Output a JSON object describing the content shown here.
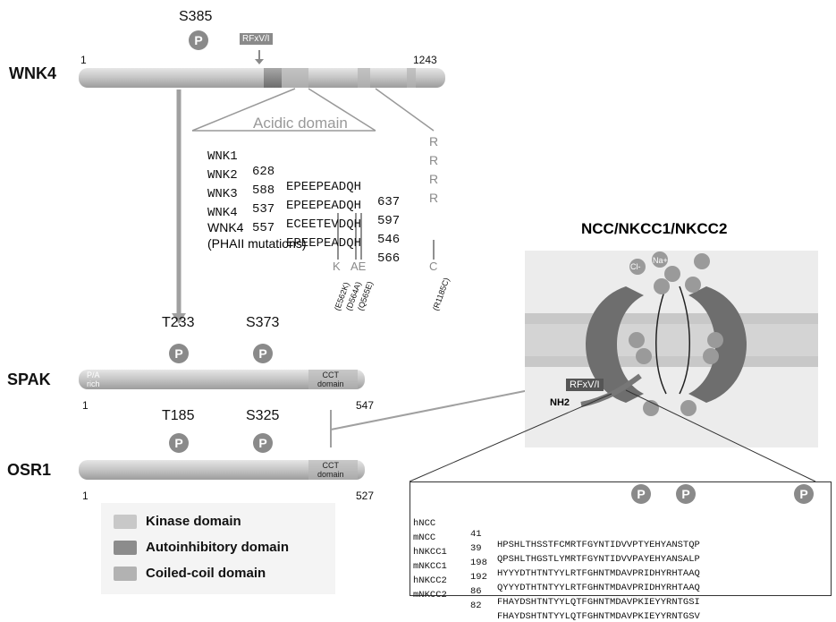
{
  "wnk4": {
    "label": "WNK4",
    "start": "1",
    "end": "1243",
    "site": "S385",
    "motif": "RFxV/I"
  },
  "acidic": {
    "title": "Acidic domain",
    "rows": [
      {
        "name": "WNK1",
        "start": "628",
        "seq": "EPEEPEADQH",
        "end": "637",
        "r": "R"
      },
      {
        "name": "WNK2",
        "start": "588",
        "seq": "EPEEPEADQH",
        "end": "597",
        "r": "R"
      },
      {
        "name": "WNK3",
        "start": "537",
        "seq": "ECEETEVDQH",
        "end": "546",
        "r": "R"
      },
      {
        "name": "WNK4",
        "start": "557",
        "seq": "EPEEPEADQH",
        "end": "566",
        "r": "R"
      }
    ],
    "pha_label_1": "WNK4",
    "pha_label_2": "(PHAII mutations)",
    "mut_letters": {
      "k": "K",
      "ae": "AE",
      "c": "C"
    },
    "mut_names": [
      "(E562K)",
      "(D564A)",
      "(Q565E)",
      "(R1185C)"
    ]
  },
  "spak": {
    "label": "SPAK",
    "start": "1",
    "end": "547",
    "site1": "T233",
    "site2": "S373",
    "pa_text": "P/A\nrich",
    "cct_text": "CCT\ndomain"
  },
  "osr1": {
    "label": "OSR1",
    "start": "1",
    "end": "527",
    "site1": "T185",
    "site2": "S325",
    "cct_text": "CCT\ndomain"
  },
  "phospho_symbol": "P",
  "ncc": {
    "title": "NCC/NKCC1/NKCC2",
    "motif": "RFxV/I",
    "nh2": "NH2",
    "ions": {
      "na": "Na+",
      "cl": "Cl-"
    }
  },
  "alignment": {
    "rows": [
      {
        "name": "hNCC",
        "num": "41",
        "seq": "HPSHLTHSSTFCMRTFGYNTIDVVPTYEHYANSTQP"
      },
      {
        "name": "mNCC",
        "num": "39",
        "seq": "QPSHLTHGSTLYMRTFGYNTIDVVPAYEHYANSALP"
      },
      {
        "name": "hNKCC1",
        "num": "198",
        "seq": "HYYYDTHTNTYYLRTFGHNTMDAVPRIDHYRHTAAQ"
      },
      {
        "name": "mNKCC1",
        "num": "192",
        "seq": "QYYYDTHTNTYYLRTFGHNTMDAVPRIDHYRHTAAQ"
      },
      {
        "name": "hNKCC2",
        "num": "86",
        "seq": "FHAYDSHTNTYYLQTFGHNTMDAVPKIEYYRNTGSI"
      },
      {
        "name": "mNKCC2",
        "num": "82",
        "seq": "FHAYDSHTNTYYLQTFGHNTMDAVPKIEYYRNTGSV"
      }
    ]
  },
  "legend": [
    {
      "label": "Kinase domain",
      "color": "#c8c8c8"
    },
    {
      "label": "Autoinhibitory domain",
      "color": "#8c8c8c"
    },
    {
      "label": "Coiled-coil domain",
      "color": "#b2b2b2"
    }
  ],
  "colors": {
    "protein": "#c9c9c9",
    "dark": "#8c8c8c",
    "arrow": "#a0a0a0"
  }
}
